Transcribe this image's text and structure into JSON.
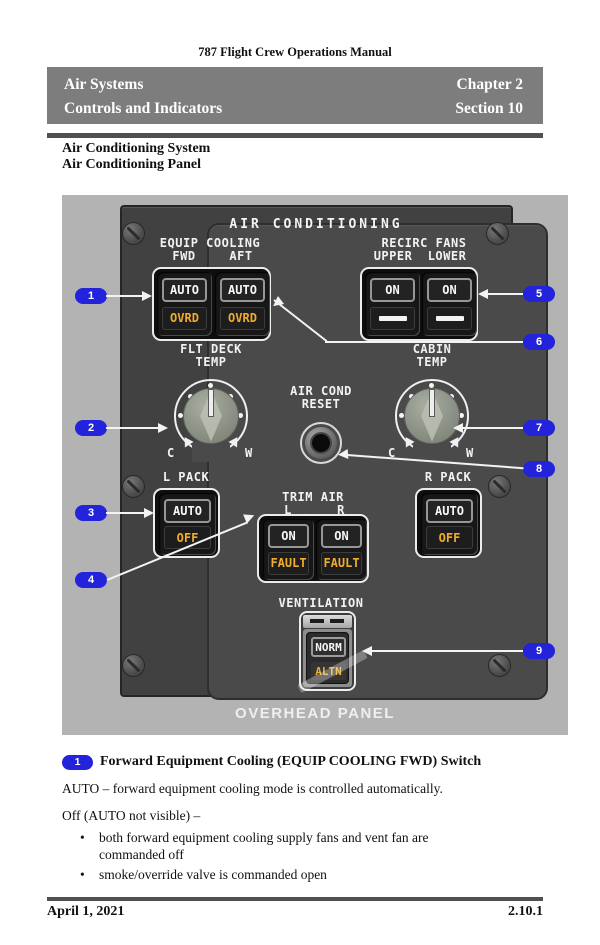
{
  "page": {
    "manual_title": "787 Flight Crew Operations Manual",
    "chapter_bar": {
      "title": "Air Systems",
      "chapter": "Chapter 2",
      "subtitle": "Controls and Indicators",
      "section": "Section 10"
    },
    "heading": {
      "line1": "Air Conditioning System",
      "line2": "Air Conditioning Panel"
    },
    "footer": {
      "date": "April 1, 2021",
      "page": "2.10.1"
    }
  },
  "panel": {
    "title": "AIR CONDITIONING",
    "location_label": "OVERHEAD PANEL",
    "equip_cooling": {
      "label": "EQUIP COOLING",
      "fwd": "FWD",
      "aft": "AFT",
      "fwd_top": "AUTO",
      "fwd_bottom": "OVRD",
      "aft_top": "AUTO",
      "aft_bottom": "OVRD"
    },
    "recirc_fans": {
      "label": "RECIRC FANS",
      "upper": "UPPER",
      "lower": "LOWER",
      "upper_top": "ON",
      "lower_top": "ON"
    },
    "flt_deck_temp": {
      "line1": "FLT DECK",
      "line2": "TEMP",
      "cold": "C",
      "warm": "W"
    },
    "cabin_temp": {
      "line1": "CABIN",
      "line2": "TEMP",
      "cold": "C",
      "warm": "W"
    },
    "air_cond_reset": {
      "line1": "AIR COND",
      "line2": "RESET"
    },
    "l_pack": {
      "label": "L PACK",
      "top": "AUTO",
      "bottom": "OFF"
    },
    "r_pack": {
      "label": "R PACK",
      "top": "AUTO",
      "bottom": "OFF"
    },
    "trim_air": {
      "label": "TRIM AIR",
      "l": "L",
      "r": "R",
      "l_top": "ON",
      "l_bottom": "FAULT",
      "r_top": "ON",
      "r_bottom": "FAULT"
    },
    "ventilation": {
      "label": "VENTILATION",
      "top": "NORM",
      "bottom": "ALTN"
    },
    "callouts": [
      "1",
      "2",
      "3",
      "4",
      "5",
      "6",
      "7",
      "8",
      "9"
    ]
  },
  "description": {
    "callout_number": "1",
    "heading": "Forward Equipment Cooling (EQUIP COOLING FWD) Switch",
    "line1": "AUTO – forward equipment cooling mode is controlled automatically.",
    "line2": "Off (AUTO not visible) –",
    "bullets": [
      "both forward equipment cooling supply fans and vent fan are commanded off",
      "smoke/override valve is commanded open"
    ]
  },
  "colors": {
    "callout_blue": "#2323dc",
    "amber": "#efac2d",
    "panel_gray": "#4a4a4a",
    "figure_background": "#b3b3b3",
    "header_bar": "#7d7d7d"
  }
}
